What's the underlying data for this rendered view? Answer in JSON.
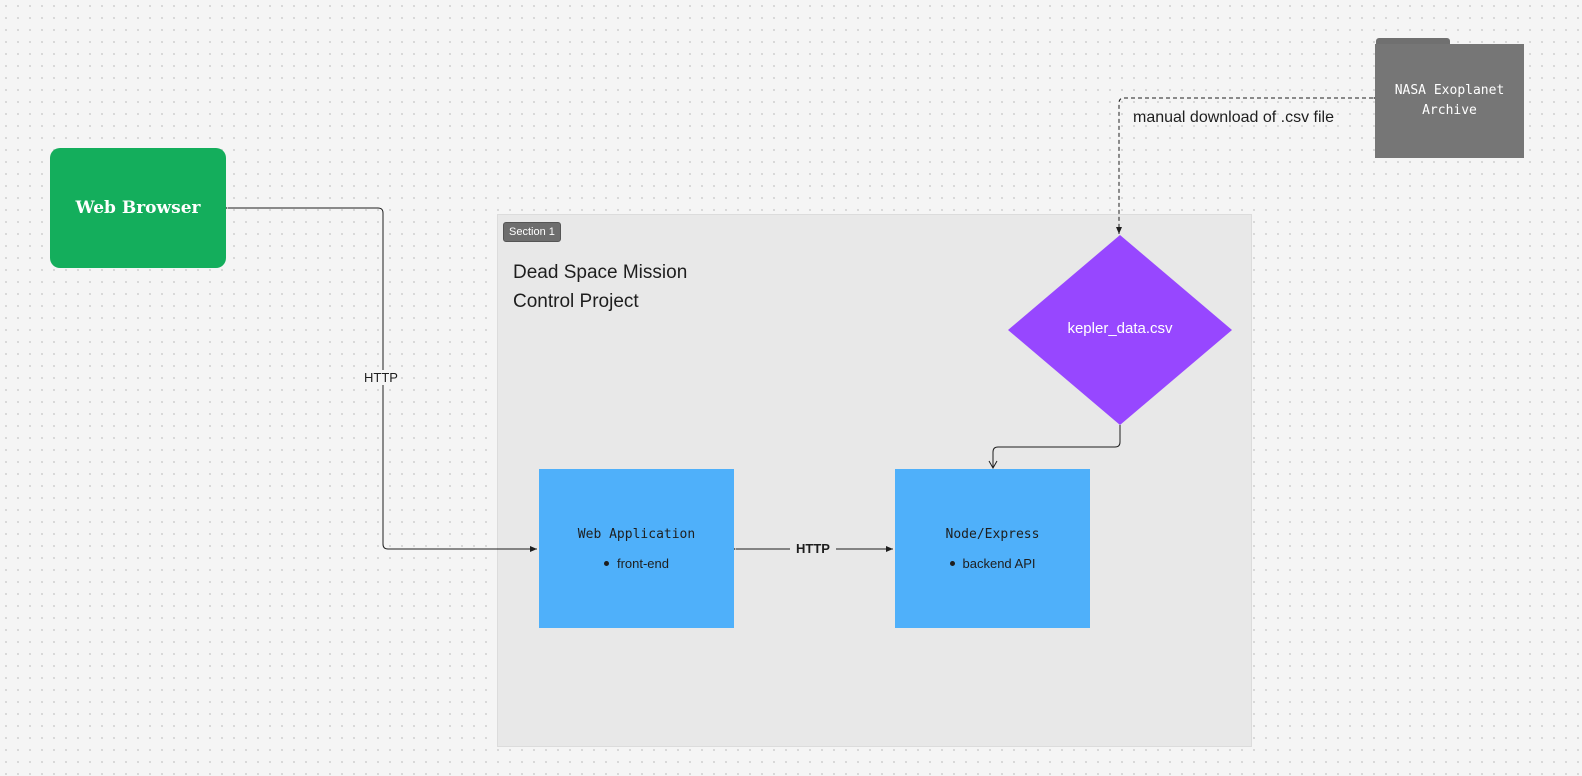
{
  "section": {
    "tag": "Section 1",
    "title": "Dead Space Mission\nControl Project"
  },
  "nodes": {
    "browser": {
      "label": "Web Browser",
      "color": "#14ae5c"
    },
    "webapp": {
      "title": "Web Application",
      "bullet": "front-end",
      "color": "#4fb0fa"
    },
    "backend": {
      "title": "Node/Express",
      "bullet": "backend API",
      "color": "#4fb0fa"
    },
    "kepler": {
      "label": "kepler_data.csv",
      "color": "#9747ff"
    },
    "nasa": {
      "label": "NASA Exoplanet\nArchive",
      "color": "#767676"
    }
  },
  "edges": {
    "browser_webapp": {
      "label": "HTTP"
    },
    "webapp_backend": {
      "label": "HTTP"
    },
    "nasa_kepler": {
      "label": "manual download of .csv file"
    }
  }
}
